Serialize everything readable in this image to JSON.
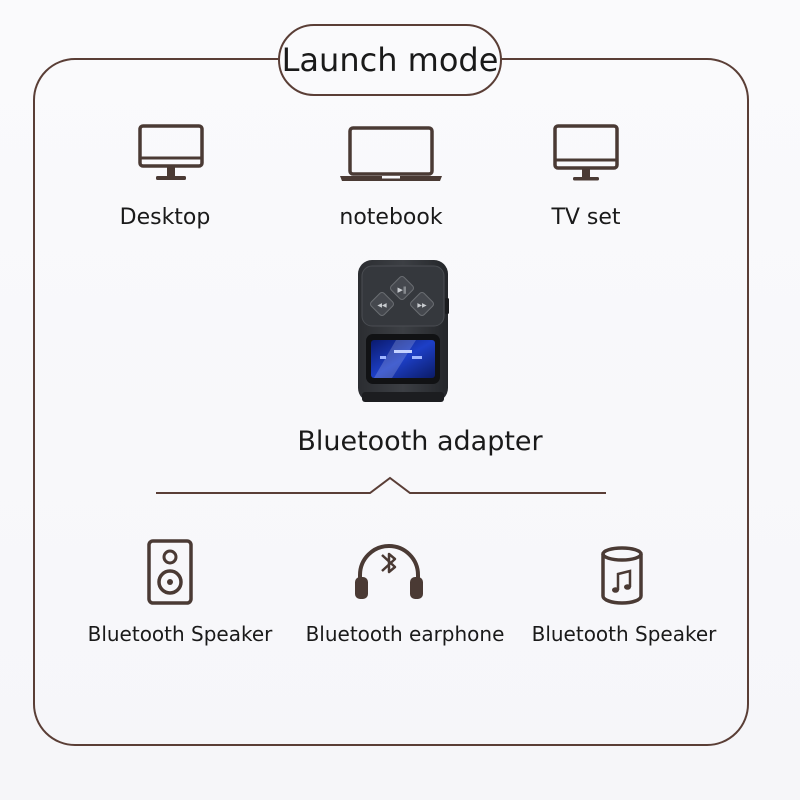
{
  "title": "Launch mode",
  "sources": [
    {
      "label": "Desktop",
      "icon": "desktop-monitor-icon"
    },
    {
      "label": "notebook",
      "icon": "laptop-icon"
    },
    {
      "label": "TV set",
      "icon": "tv-icon"
    }
  ],
  "adapter": {
    "label": "Bluetooth adapter",
    "icon": "bluetooth-adapter-device"
  },
  "outputs": [
    {
      "label": "Bluetooth Speaker",
      "icon": "speaker-box-icon"
    },
    {
      "label": "Bluetooth earphone",
      "icon": "bluetooth-headphones-icon"
    },
    {
      "label": "Bluetooth Speaker",
      "icon": "cylinder-speaker-music-icon"
    }
  ],
  "colors": {
    "outline": "#5a3e36",
    "icon": "#4a3a34"
  }
}
